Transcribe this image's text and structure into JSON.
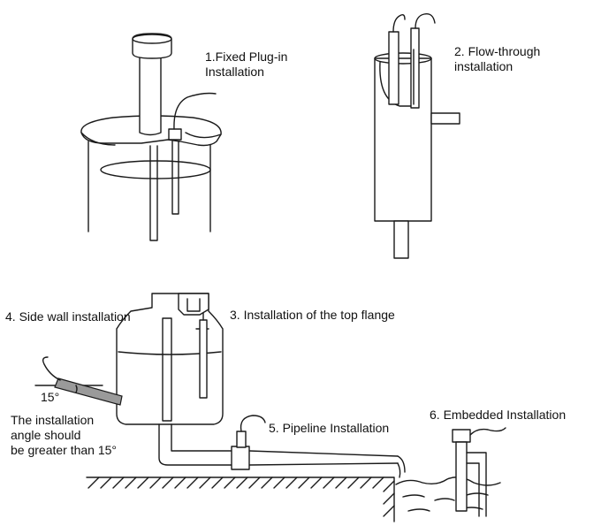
{
  "labels": {
    "fixed_plugin": "1.Fixed Plug-in",
    "fixed_plugin_2": "Installation",
    "flow_through": "2. Flow-through",
    "flow_through_2": "installation",
    "top_flange": "3. Installation of the top flange",
    "side_wall": "4. Side wall installation",
    "pipeline": "5. Pipeline Installation",
    "embedded": "6. Embedded Installation",
    "angle": "15°",
    "angle_note_1": "The installation",
    "angle_note_2": "angle should",
    "angle_note_3": "be greater than 15°"
  },
  "colors": {
    "line": "#1a1a1a",
    "background": "#ffffff",
    "probe_fill": "#9a9a9a"
  }
}
